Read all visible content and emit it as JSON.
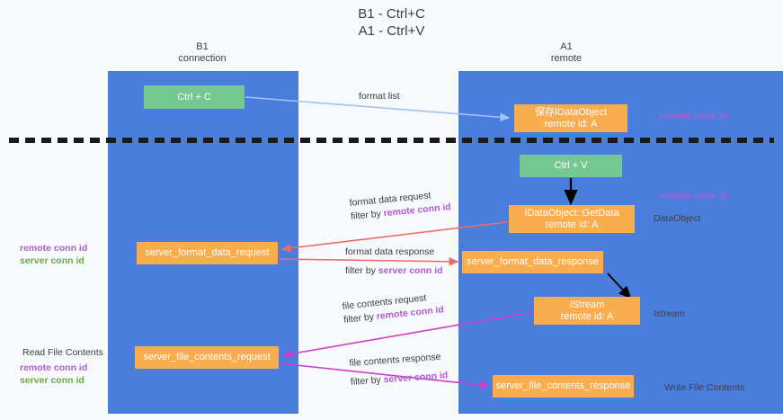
{
  "title": "B1 - Ctrl+C\nA1 - Ctrl+V",
  "columns": {
    "b1": "B1\nconnection",
    "a1": "A1\nremote"
  },
  "nodes": {
    "ctrl_c": "Ctrl + C",
    "save_idataobject": "保存IDataObject\nremote id: A",
    "ctrl_v": "Ctrl + V",
    "get_data": "IDataObject::GetData\nremote id: A",
    "server_format_data_request": "server_format_data_request",
    "server_format_data_response": "server_format_data_response",
    "istream": "IStream\nremote id: A",
    "server_file_contents_request": "server_file_contents_request",
    "server_file_contents_response": "server_file_contents_response"
  },
  "edge_labels": {
    "format_list": "format list",
    "format_data_request": "format data request",
    "format_data_request_filter_prefix": "filter by ",
    "format_data_request_filter_key": "remote conn id",
    "format_data_response": "format data response",
    "format_data_response_filter_prefix": "filter by ",
    "format_data_response_filter_key": "server conn id",
    "file_contents_request": "file contents request",
    "file_contents_request_filter_prefix": "filter by ",
    "file_contents_request_filter_key": "remote conn id",
    "file_contents_response": "file contents response",
    "file_contents_response_filter_prefix": "filter by ",
    "file_contents_response_filter_key": "server conn id"
  },
  "annotations": {
    "remote_conn_id_top": "remote conn id",
    "remote_conn_id_mid": "remote conn id",
    "dataobject": "DataObject",
    "istream_label": "Istream",
    "write_file_contents": "Write File Contents",
    "read_file_contents": "Read File Contents",
    "left_remote_conn_id_1": "remote conn id",
    "left_server_conn_id_1": "server conn id",
    "left_remote_conn_id_2": "remote conn id",
    "left_server_conn_id_2": "server conn id"
  },
  "colors": {
    "lane": "#4a7ddc",
    "green_node": "#76c893",
    "orange_node": "#f9ad4e",
    "purple_text": "#b05cd4",
    "green_text": "#6aa84f",
    "arrow_blue": "#9fc5f0",
    "arrow_red": "#ea6d6d",
    "arrow_magenta": "#cc3fcc",
    "arrow_black": "#000000",
    "background": "#f8f9fa"
  }
}
